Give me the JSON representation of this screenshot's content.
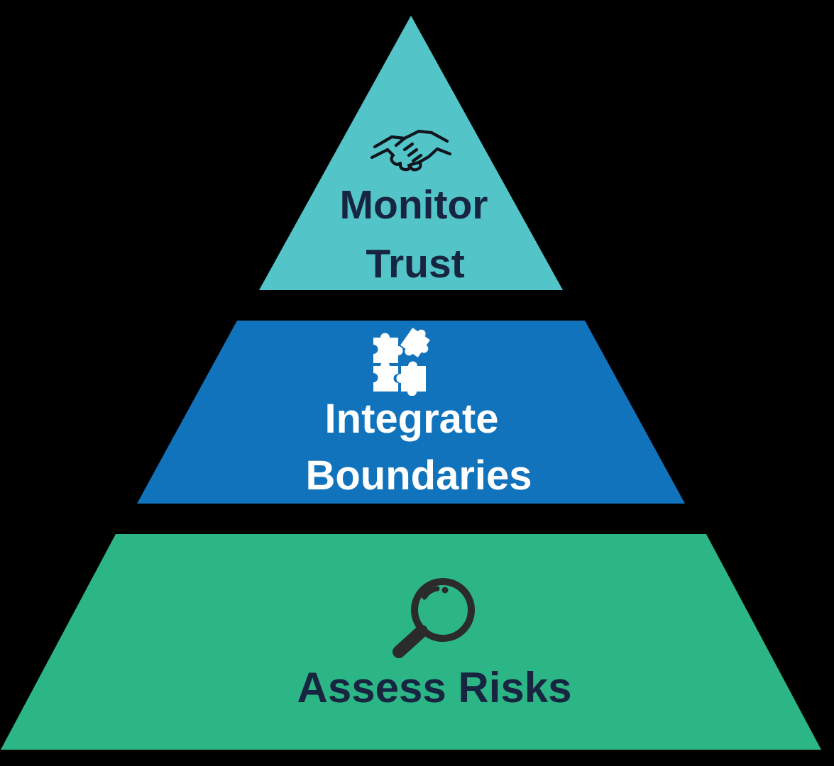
{
  "background_color": "#000000",
  "diagram_type": "pyramid",
  "pyramid": {
    "tiers": [
      {
        "id": "top",
        "label_line1": "Monitor",
        "label_line2": "Trust",
        "color": "#53C4C8",
        "text_color": "#172540",
        "icon": "handshake-icon",
        "icon_color": "#10151D"
      },
      {
        "id": "middle",
        "label_line1": "Integrate",
        "label_line2": "Boundaries",
        "color": "#1273BD",
        "text_color": "#FFFFFF",
        "icon": "puzzle-pieces-icon",
        "icon_color": "#FFFFFF"
      },
      {
        "id": "bottom",
        "label_line1": "Assess Risks",
        "label_line2": "",
        "color": "#2CB686",
        "text_color": "#172540",
        "icon": "magnifier-icon",
        "icon_color": "#2B2B2B"
      }
    ]
  }
}
